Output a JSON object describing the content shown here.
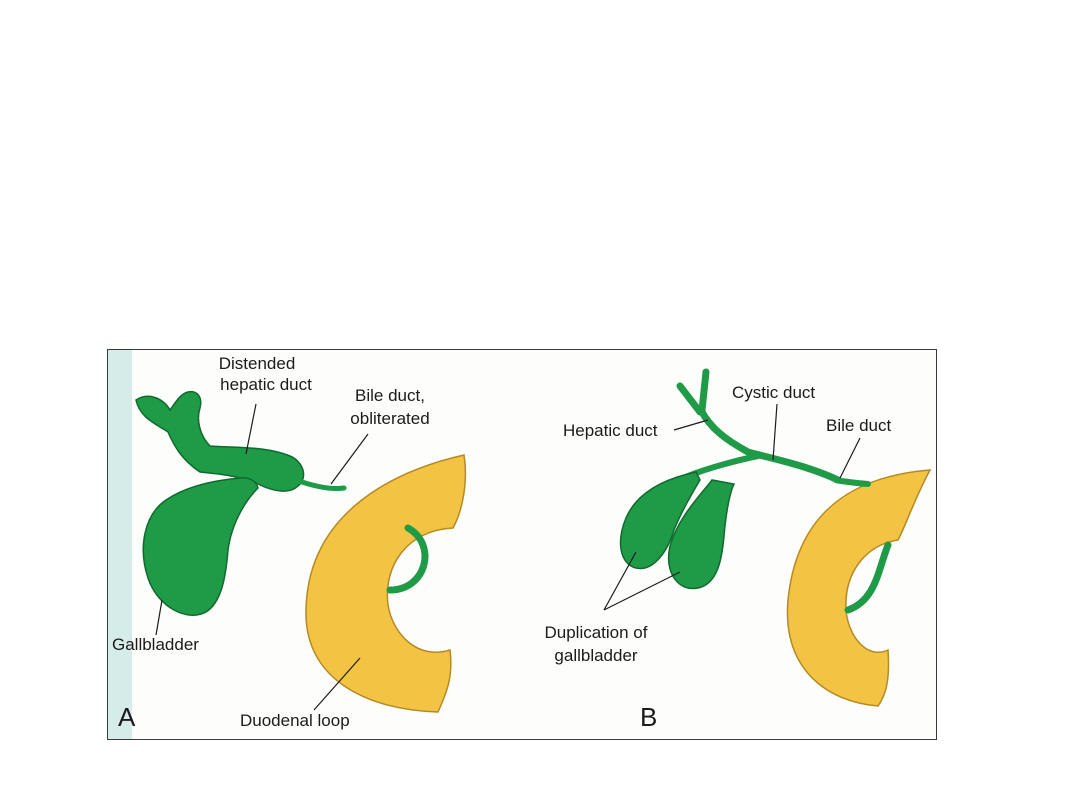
{
  "panels": {
    "a": {
      "letter": "A",
      "labels": {
        "distended_line1": "Distended",
        "distended_line2": "hepatic duct",
        "bile_line1": "Bile duct,",
        "bile_line2": "obliterated",
        "gallbladder": "Gallbladder",
        "duodenal_loop": "Duodenal loop"
      }
    },
    "b": {
      "letter": "B",
      "labels": {
        "cystic_duct": "Cystic duct",
        "hepatic_duct": "Hepatic duct",
        "bile_duct": "Bile duct",
        "duplication_line1": "Duplication of",
        "duplication_line2": "gallbladder"
      }
    }
  },
  "colors": {
    "biliary_green": "#1f9a47",
    "biliary_dark": "#0e6b2e",
    "duodenum_yellow": "#f3c444",
    "duodenum_edge": "#b58a22",
    "side_strip": "#d5ece9",
    "frame": "#3a3a3a"
  }
}
